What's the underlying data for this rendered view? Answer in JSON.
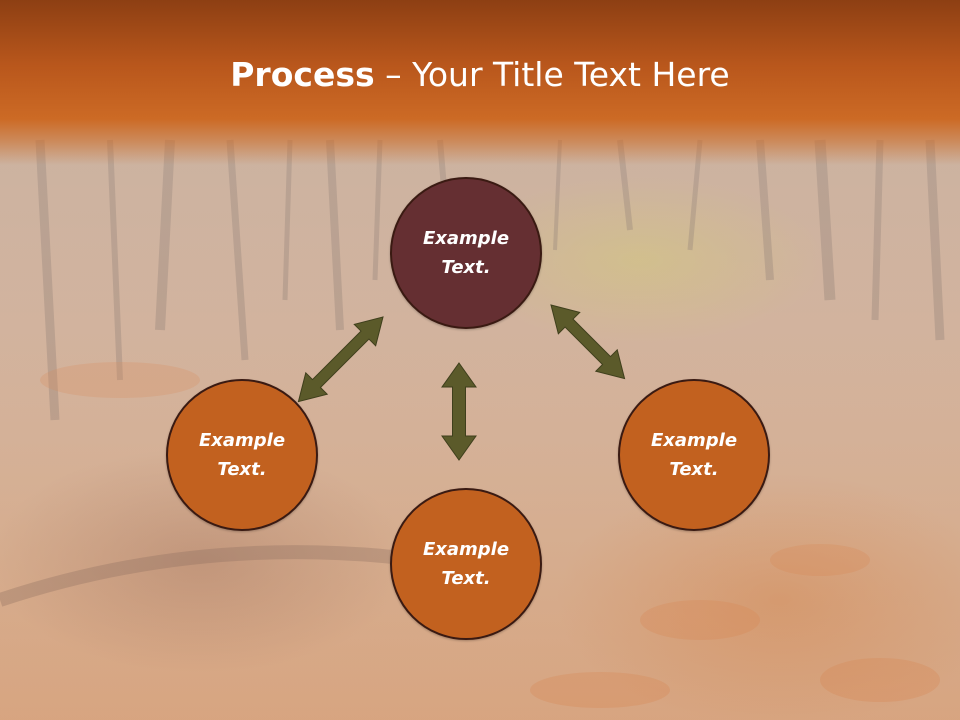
{
  "title": {
    "bold": "Process",
    "rest": " – Your Title Text Here"
  },
  "colors": {
    "header": "#c2621f",
    "center_node": "#652f32",
    "outer_node": "#c2611f",
    "node_border": "#3a1a12",
    "arrow": "#5b5a2a"
  },
  "nodes": {
    "top": {
      "label": "Example\nText."
    },
    "left": {
      "label": "Example\nText."
    },
    "right": {
      "label": "Example\nText."
    },
    "bottom": {
      "label": "Example\nText."
    }
  },
  "connections": [
    {
      "from": "top",
      "to": "left",
      "style": "double-arrow"
    },
    {
      "from": "top",
      "to": "right",
      "style": "double-arrow"
    },
    {
      "from": "top",
      "to": "bottom",
      "style": "double-arrow"
    }
  ]
}
